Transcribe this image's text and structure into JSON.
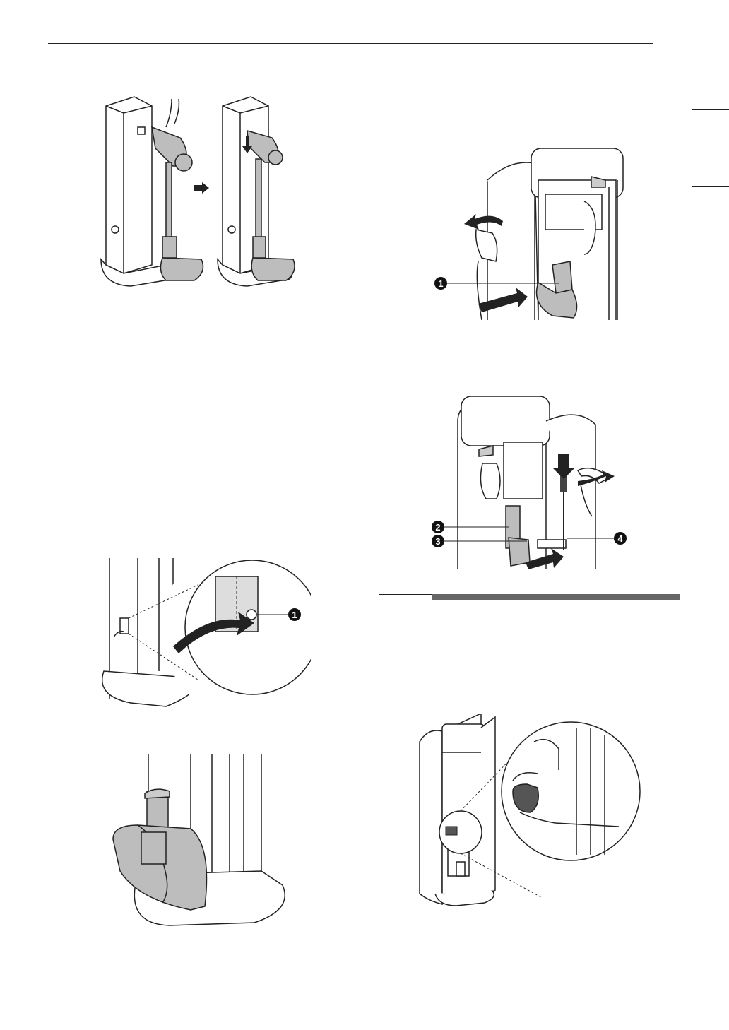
{
  "callouts": {
    "fig_open_left": "1",
    "fig_open_right_a": "2",
    "fig_open_right_b": "3",
    "fig_open_right_c": "4",
    "fig_button": "1"
  },
  "colors": {
    "line": "#222222",
    "fill_light": "#ffffff",
    "fill_gray": "#bdbdbd",
    "fill_dark": "#6b6b6b",
    "bar": "#666666"
  }
}
